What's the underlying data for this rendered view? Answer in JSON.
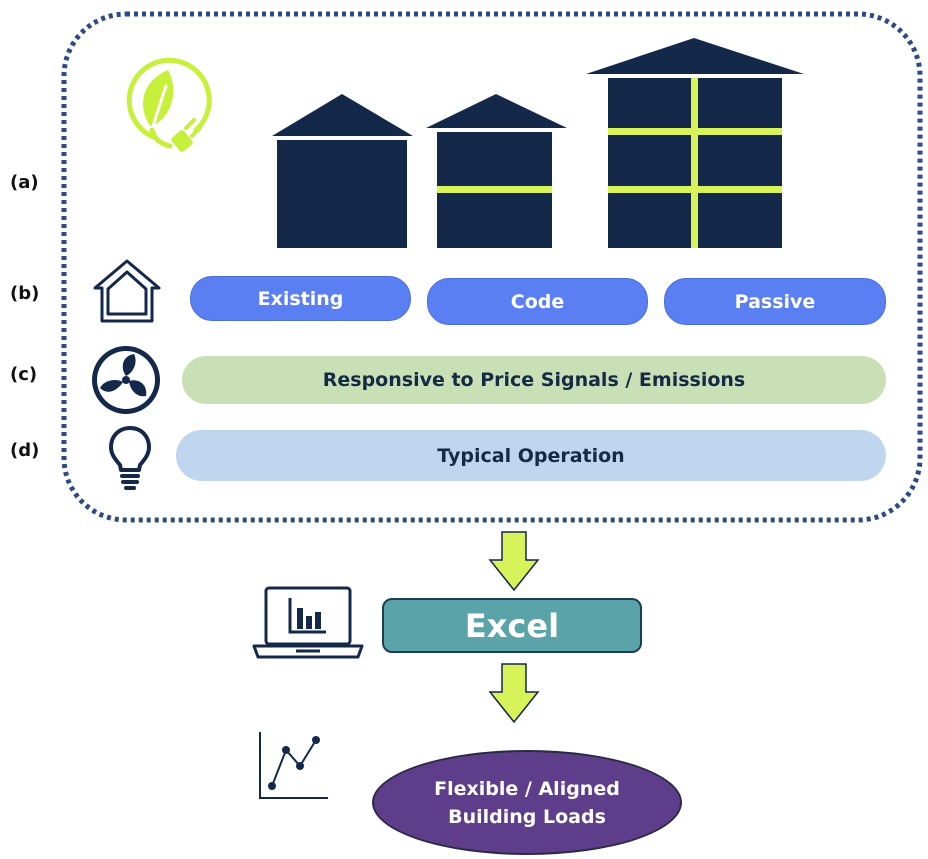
{
  "row_labels": {
    "a": "(a)",
    "b": "(b)",
    "c": "(c)",
    "d": "(d)"
  },
  "envelope_types": [
    "Existing",
    "Code",
    "Passive"
  ],
  "control_strategy": "Responsive to Price Signals / Emissions",
  "baseline": "Typical Operation",
  "tool": "Excel",
  "output": {
    "line1": "Flexible / Aligned",
    "line2": "Building Loads"
  },
  "colors": {
    "house_navy": "#14284a",
    "accent_lime": "#d8f25a",
    "pill_blue": "#5a7ff2",
    "pill_green": "#c9e0b7",
    "pill_light_blue": "#bfd6ee",
    "excel_teal": "#5aa3a8",
    "output_purple": "#5e3e8a",
    "dotted_border": "#2c4a86"
  },
  "icons": [
    "leaf-plug-icon",
    "house-outline-icon",
    "fan-icon",
    "lightbulb-icon",
    "laptop-chart-icon",
    "line-graph-icon",
    "arrow-down-icon"
  ]
}
